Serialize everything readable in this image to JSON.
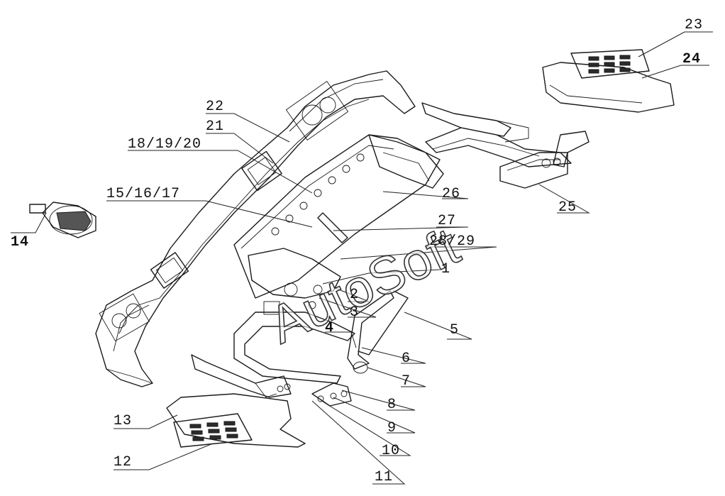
{
  "watermark": "AutoSoft",
  "callouts": [
    {
      "id": "23",
      "label": "23"
    },
    {
      "id": "24",
      "label": "24"
    },
    {
      "id": "22",
      "label": "22"
    },
    {
      "id": "21",
      "label": "21"
    },
    {
      "id": "18-19-20",
      "label": "18/19/20"
    },
    {
      "id": "15-16-17",
      "label": "15/16/17"
    },
    {
      "id": "26",
      "label": "26"
    },
    {
      "id": "25",
      "label": "25"
    },
    {
      "id": "27",
      "label": "27"
    },
    {
      "id": "28-29",
      "label": "28/29"
    },
    {
      "id": "1",
      "label": "1"
    },
    {
      "id": "2",
      "label": "2"
    },
    {
      "id": "3",
      "label": "3"
    },
    {
      "id": "4",
      "label": "4"
    },
    {
      "id": "5",
      "label": "5"
    },
    {
      "id": "6",
      "label": "6"
    },
    {
      "id": "7",
      "label": "7"
    },
    {
      "id": "8",
      "label": "8"
    },
    {
      "id": "9",
      "label": "9"
    },
    {
      "id": "10",
      "label": "10"
    },
    {
      "id": "11",
      "label": "11"
    },
    {
      "id": "12",
      "label": "12"
    },
    {
      "id": "13",
      "label": "13"
    },
    {
      "id": "14",
      "label": "14"
    }
  ]
}
